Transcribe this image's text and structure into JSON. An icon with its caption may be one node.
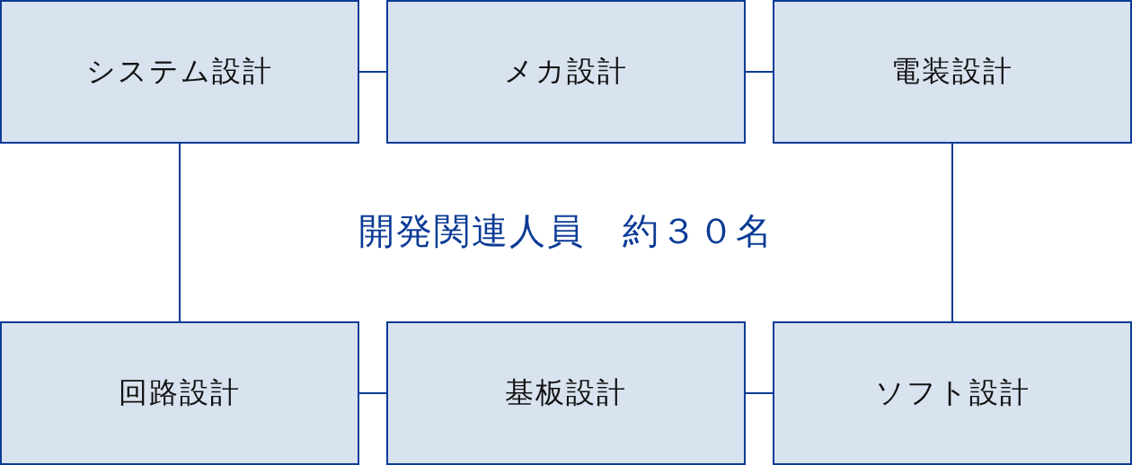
{
  "diagram": {
    "nodes": [
      {
        "text": [
          "システム設計"
        ]
      },
      {
        "text": [
          "メカ設計"
        ]
      },
      {
        "text": [
          "電装設計"
        ]
      },
      {
        "text": [
          "回路設計"
        ]
      },
      {
        "text": [
          "基板設計"
        ]
      },
      {
        "text": [
          "ソフト設計"
        ]
      }
    ],
    "edges": [
      {
        "from": 0,
        "to": 1,
        "arrow": "none"
      },
      {
        "from": 1,
        "to": 2,
        "arrow": "none"
      },
      {
        "from": 0,
        "to": 3,
        "arrow": "none"
      },
      {
        "from": 2,
        "to": 5,
        "arrow": "none"
      },
      {
        "from": 3,
        "to": 4,
        "arrow": "none"
      },
      {
        "from": 4,
        "to": 5,
        "arrow": "none"
      }
    ],
    "labels": [
      "開発関連人員　約３０名"
    ]
  }
}
